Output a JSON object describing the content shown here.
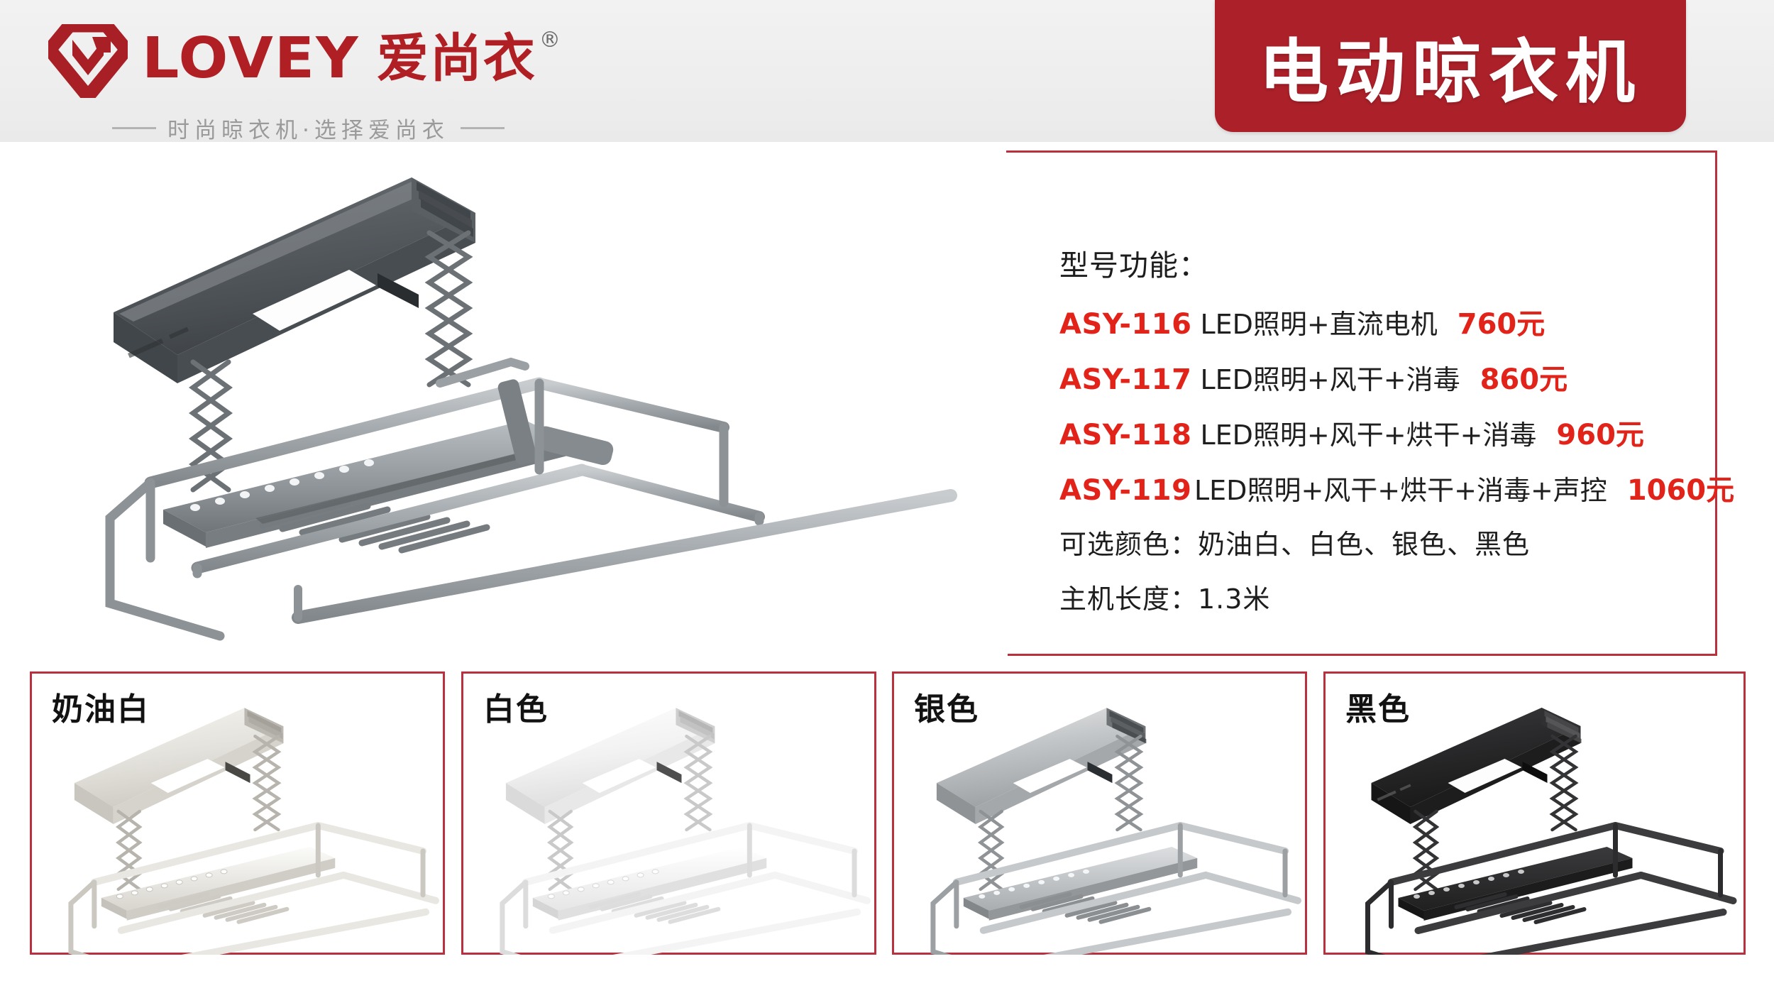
{
  "header": {
    "logo_icon": "lovey-diamond-v-logo",
    "brand_en": "LOVEY",
    "brand_cn": "爱尚衣",
    "registered_mark": "®",
    "tagline": "时尚晾衣机·选择爱尚衣",
    "title_banner": "电动晾衣机",
    "brand_color": "#b01f24",
    "banner_color": "#ab2029",
    "header_bg": "#efefef"
  },
  "hero": {
    "alt": "electric-clothes-drying-rack-dark-gray"
  },
  "spec": {
    "heading": "型号功能：",
    "models": [
      {
        "model": "ASY-116",
        "features": "LED照明+直流电机",
        "price": "760元"
      },
      {
        "model": "ASY-117",
        "features": "LED照明+风干+消毒",
        "price": "860元"
      },
      {
        "model": "ASY-118",
        "features": "LED照明+风干+烘干+消毒",
        "price": "960元"
      },
      {
        "model": "ASY-119",
        "features": "LED照明+风干+烘干+消毒+声控",
        "price": "1060元"
      }
    ],
    "colors_line": "可选颜色：奶油白、白色、银色、黑色",
    "length_line": "主机长度：1.3米",
    "accent_color": "#e2231a",
    "frame_color": "#b9313f"
  },
  "swatches": [
    {
      "label": "奶油白",
      "tone": "cream-white"
    },
    {
      "label": "白色",
      "tone": "white"
    },
    {
      "label": "银色",
      "tone": "silver"
    },
    {
      "label": "黑色",
      "tone": "black"
    }
  ]
}
